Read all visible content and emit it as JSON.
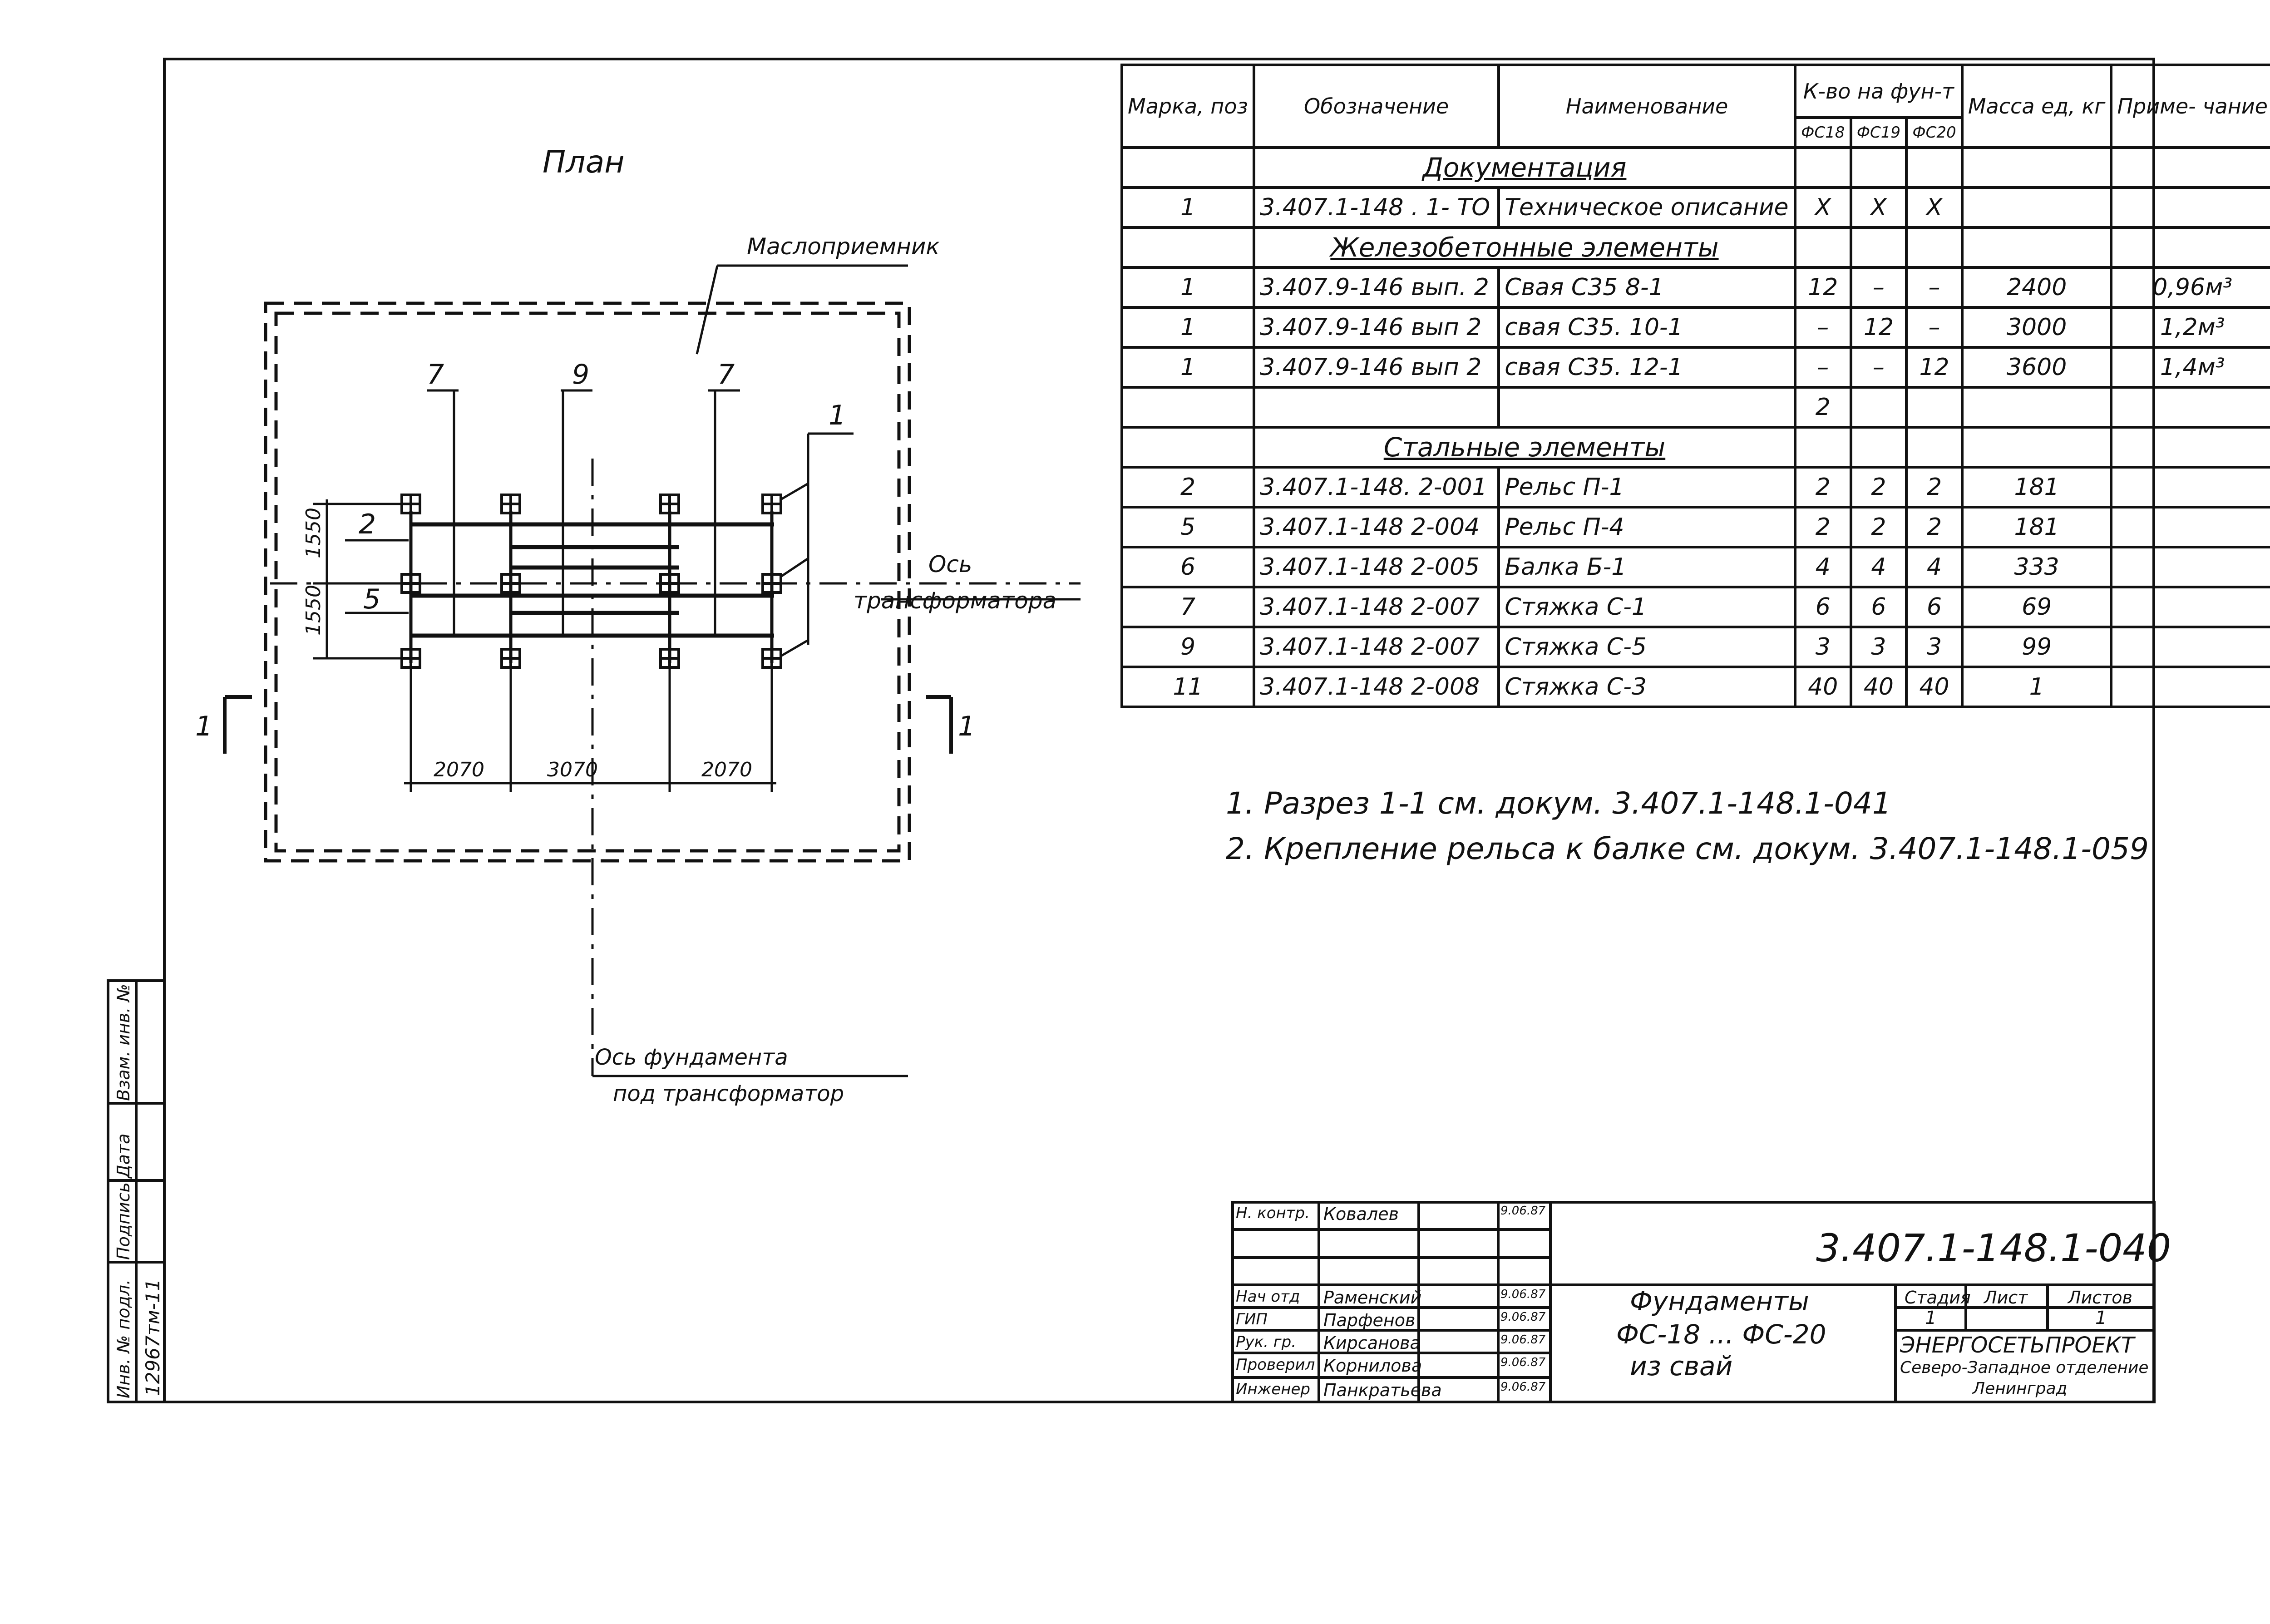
{
  "plan": {
    "title": "План",
    "oil_receiver_label": "Маслоприемник",
    "transformer_axis_label": [
      "Ось",
      "трансформатора"
    ],
    "foundation_axis_label": [
      "Ось фундамента",
      "под трансформатор"
    ],
    "section_marks": [
      "1",
      "1"
    ],
    "position_callouts": [
      "7",
      "9",
      "7",
      "1",
      "2",
      "5"
    ],
    "dims_vertical": [
      "1550",
      "1550"
    ],
    "dims_horizontal": [
      "2070",
      "3070",
      "2070"
    ]
  },
  "spec_table": {
    "headers": {
      "mark": [
        "Марка,",
        "поз"
      ],
      "designation": "Обозначение",
      "name": "Наименование",
      "qty_group": "К-во на фун-т",
      "qty_cols": [
        "ФС18",
        "ФС19",
        "ФС20"
      ],
      "mass": [
        "Масса",
        "ед, кг"
      ],
      "note": [
        "Приме-",
        "чание"
      ]
    },
    "rows": [
      {
        "type": "section",
        "title": "Документация"
      },
      {
        "type": "item",
        "mark": "1",
        "designation": "3.407.1-148 . 1- ТО",
        "name": "Техническое описание",
        "q18": "X",
        "q19": "X",
        "q20": "X",
        "mass": "",
        "note": ""
      },
      {
        "type": "section",
        "title": "Железобетонные элементы"
      },
      {
        "type": "item",
        "mark": "1",
        "designation": "3.407.9-146 вып. 2",
        "name": "Свая С35 8-1",
        "q18": "12",
        "q19": "–",
        "q20": "–",
        "mass": "2400",
        "note": "0,96м³"
      },
      {
        "type": "item",
        "mark": "1",
        "designation": "3.407.9-146 вып 2",
        "name": "свая С35. 10-1",
        "q18": "–",
        "q19": "12",
        "q20": "–",
        "mass": "3000",
        "note": "1,2м³"
      },
      {
        "type": "item",
        "mark": "1",
        "designation": "3.407.9-146 вып 2",
        "name": "свая С35. 12-1",
        "q18": "–",
        "q19": "–",
        "q20": "12",
        "mass": "3600",
        "note": "1,4м³"
      },
      {
        "type": "item",
        "mark": "",
        "designation": "",
        "name": "",
        "q18": "2",
        "q19": "",
        "q20": "",
        "mass": "",
        "note": ""
      },
      {
        "type": "section",
        "title": "Стальные элементы"
      },
      {
        "type": "item",
        "mark": "2",
        "designation": "3.407.1-148. 2-001",
        "name": "Рельс П-1",
        "q18": "2",
        "q19": "2",
        "q20": "2",
        "mass": "181",
        "note": ""
      },
      {
        "type": "item",
        "mark": "5",
        "designation": "3.407.1-148 2-004",
        "name": "Рельс П-4",
        "q18": "2",
        "q19": "2",
        "q20": "2",
        "mass": "181",
        "note": ""
      },
      {
        "type": "item",
        "mark": "6",
        "designation": "3.407.1-148 2-005",
        "name": "Балка Б-1",
        "q18": "4",
        "q19": "4",
        "q20": "4",
        "mass": "333",
        "note": ""
      },
      {
        "type": "item",
        "mark": "7",
        "designation": "3.407.1-148 2-007",
        "name": "Стяжка С-1",
        "q18": "6",
        "q19": "6",
        "q20": "6",
        "mass": "69",
        "note": ""
      },
      {
        "type": "item",
        "mark": "9",
        "designation": "3.407.1-148 2-007",
        "name": "Стяжка С-5",
        "q18": "3",
        "q19": "3",
        "q20": "3",
        "mass": "99",
        "note": ""
      },
      {
        "type": "item",
        "mark": "11",
        "designation": "3.407.1-148 2-008",
        "name": "Стяжка С-3",
        "q18": "40",
        "q19": "40",
        "q20": "40",
        "mass": "1",
        "note": ""
      }
    ]
  },
  "notes": [
    "1. Разрез 1-1 см. докум. 3.407.1-148.1-041",
    "2. Крепление рельса к балке см. докум. 3.407.1-148.1-059"
  ],
  "title_block": {
    "code": "3.407.1-148.1-040",
    "title_lines": [
      "Фундаменты",
      "ФС-18 ... ФС-20",
      "из свай"
    ],
    "stage_label": "Стадия",
    "sheet_label": "Лист",
    "sheets_label": "Листов",
    "stage": "1",
    "sheet": "",
    "sheets": "1",
    "org": [
      "ЭНЕРГОСЕТЬПРОЕКТ",
      "Северо-Западное отделение",
      "Ленинград"
    ],
    "roles": [
      {
        "role": "Н. контр.",
        "name": "Ковалев",
        "date": "9.06.87"
      },
      {
        "role": "Нач отд",
        "name": "Раменский",
        "date": "9.06.87"
      },
      {
        "role": "ГИП",
        "name": "Парфенов",
        "date": "9.06.87"
      },
      {
        "role": "Рук. гр.",
        "name": "Кирсанова",
        "date": "9.06.87"
      },
      {
        "role": "Проверил",
        "name": "Корнилова",
        "date": "9.06.87"
      },
      {
        "role": "Инженер",
        "name": "Панкратьева",
        "date": "9.06.87"
      }
    ]
  },
  "side_stamp": {
    "labels": [
      "Инв. № подл.",
      "Подпись",
      "Дата",
      "Взам. инв. №"
    ],
    "inv_number": "12967тм-11"
  }
}
